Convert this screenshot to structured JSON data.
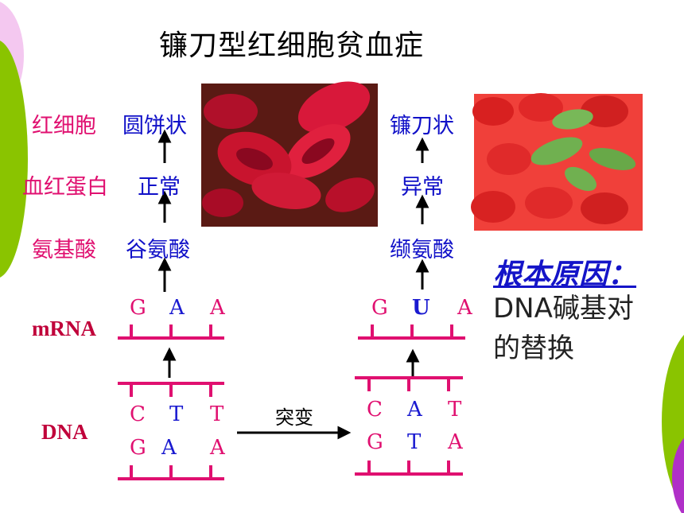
{
  "title": "镰刀型红细胞贫血症",
  "normal": {
    "cell_label": "红细胞",
    "cell_value": "圆饼状",
    "protein_label": "血红蛋白",
    "protein_value": "正常",
    "aa_label": "氨基酸",
    "aa_value": "谷氨酸",
    "mrna": [
      "G",
      "A",
      "A"
    ],
    "dna_top": [
      "C",
      "T",
      "T"
    ],
    "dna_bottom": [
      "G",
      "A",
      "A"
    ]
  },
  "mutant": {
    "cell_value": "镰刀状",
    "protein_value": "异常",
    "aa_value": "缬氨酸",
    "mrna": [
      "G",
      "U",
      "A"
    ],
    "dna_top": [
      "C",
      "A",
      "T"
    ],
    "dna_bottom": [
      "G",
      "T",
      "A"
    ]
  },
  "row_labels": {
    "mrna": "mRNA",
    "dna": "DNA"
  },
  "mutation_label": "突变",
  "cause": {
    "title": "根本原因：",
    "line1": "DNA碱基对",
    "line2": "的替换"
  },
  "colors": {
    "pink": "#e01070",
    "blue": "#1010c8",
    "green_decor": "#8ac400",
    "purple_decor": "#b030c8"
  }
}
